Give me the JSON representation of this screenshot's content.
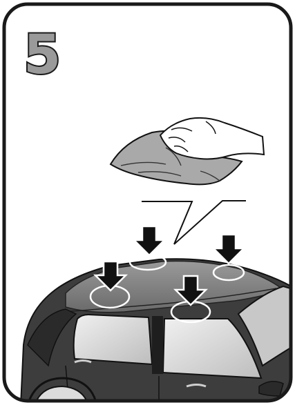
{
  "panel": {
    "step_number": "5"
  },
  "colors": {
    "frame": "#1a1a1a",
    "background": "#ffffff",
    "step_fill": "#9a9a9a",
    "cloth": "#a8a8a8",
    "car_body": "#3a3a3a",
    "car_roof": "#8a8a8a",
    "window": "#d6d6d6",
    "arrow": "#111111"
  },
  "icons": {
    "hand_with_cloth": "hand-wiping-cloth",
    "arrows": "down-arrow",
    "spots": "ellipse-marker"
  }
}
